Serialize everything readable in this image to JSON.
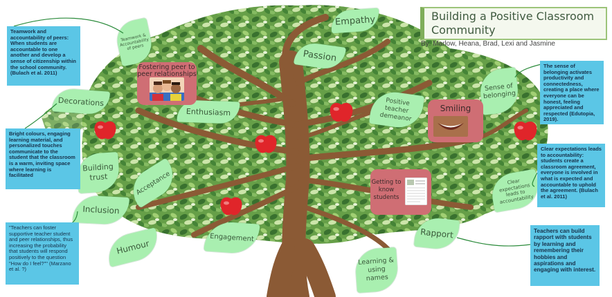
{
  "title": "Building a Positive Classroom Community",
  "authors": "By: Marlow, Heana, Brad, Lexi and Jasmine",
  "colors": {
    "leaf": "#a9efb0",
    "note": "#5bc6e6",
    "card": "#cf6e74",
    "apple": "#e0252a",
    "trunk": "#8b5a35",
    "foliage_dark": "#3f7a2c",
    "foliage_light": "#8cc466",
    "title_border": "#9cc47a"
  },
  "leaves": {
    "empathy": "Empathy",
    "passion": "Passion",
    "teamwork": "Teamwork & Accountability of peers",
    "decorations": "Decorations",
    "enthusiasm": "Enthusiasm",
    "positive_demeanor": "Positive teacher demeanor",
    "sense_belonging": "Sense of belonging",
    "building_trust": "Building trust",
    "acceptance": "Acceptance",
    "inclusion": "Inclusion",
    "humour": "Humour",
    "engagement": "Engagement",
    "clear_expectations": "Clear expectations leads to accountability",
    "rapport": "Rapport",
    "learning_names": "Learning & using names"
  },
  "cards": {
    "peer_relationships": "Fostering peer to peer relationships",
    "smiling": "Smiling",
    "getting_to_know": "Getting to know students"
  },
  "notes": {
    "teamwork_note": "Teamwork and accountability of peers: When students are accountable to one another and develop a sense of citizenship within the school community. (Bulach et al. 2011)",
    "decorations_note": "Bright colours, engaging learning material, and personalized touches communicate to the student that the classroom is a warm, inviting space where learning is facilitated",
    "humour_note": "\"Teachers can foster supportive teacher student and peer relationships, thus increasing the probability that students will respond positively to the question \"How do I feel?\"\" (Marzano et al. ?)",
    "belonging_note": "The sense of belonging activates productivity and connectedness, creating a place where everyone can be honest, feeling appreciated and respected (Edutopia, 2019).",
    "expectations_note": "Clear expectations leads to accountability: students create a classroom agreement, everyone is involved in what is expected and accountable to uphold the agreement. (Bulach et al. 2011)",
    "rapport_note": "Teachers can build rapport with students by learning and remembering their hobbies and aspirations and engaging with interest."
  },
  "icons": [
    "apple-icon",
    "children-photo",
    "smile-photo",
    "note-sheet-photo",
    "tree-graphic"
  ]
}
